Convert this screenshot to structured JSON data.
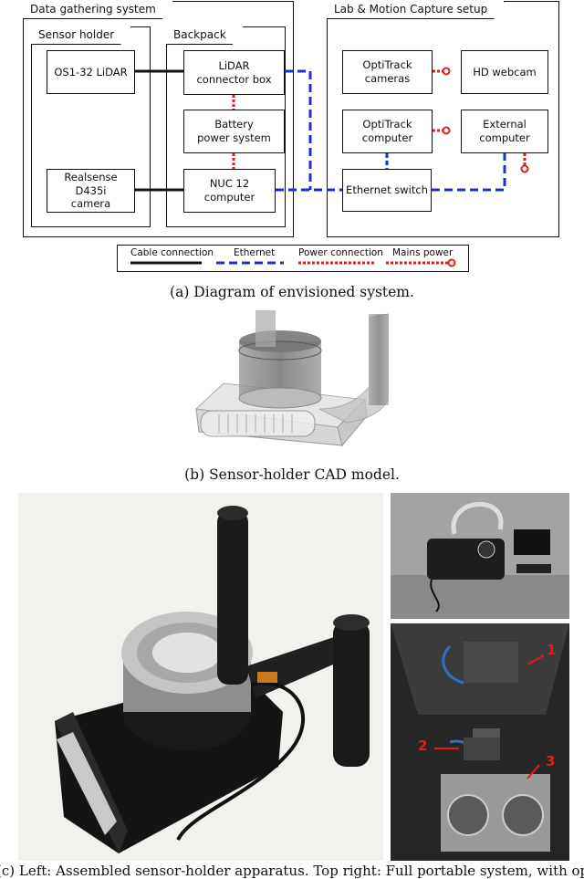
{
  "diagram": {
    "data_gathering": {
      "title": "Data gathering system",
      "sensor_holder": {
        "title": "Sensor holder",
        "lidar": "OS1-32 LiDAR",
        "realsense": "Realsense D435i\ncamera"
      },
      "backpack": {
        "title": "Backpack",
        "lidar_box": "LiDAR\nconnector box",
        "battery": "Battery\npower system",
        "nuc": "NUC 12\ncomputer"
      }
    },
    "lab": {
      "title": "Lab & Motion Capture setup",
      "opti_cameras": "OptiTrack\ncameras",
      "hd_webcam": "HD webcam",
      "opti_computer": "OptiTrack\ncomputer",
      "external_computer": "External\ncomputer",
      "ethernet_switch": "Ethernet switch"
    },
    "legend": {
      "cable": "Cable connection",
      "ethernet": "Ethernet",
      "power": "Power connection",
      "mains": "Mains power"
    },
    "colors": {
      "cable": "#111111",
      "ethernet": "#1a2fd6",
      "power": "#e11d1d"
    }
  },
  "captions": {
    "a": "(a) Diagram of envisioned system.",
    "b": "(b) Sensor-holder CAD model.",
    "c": "(c) Left: Assembled sensor-holder apparatus. Top right: Full portable system, with op"
  },
  "photo_annotations": {
    "one": "1",
    "two": "2",
    "three": "3"
  }
}
